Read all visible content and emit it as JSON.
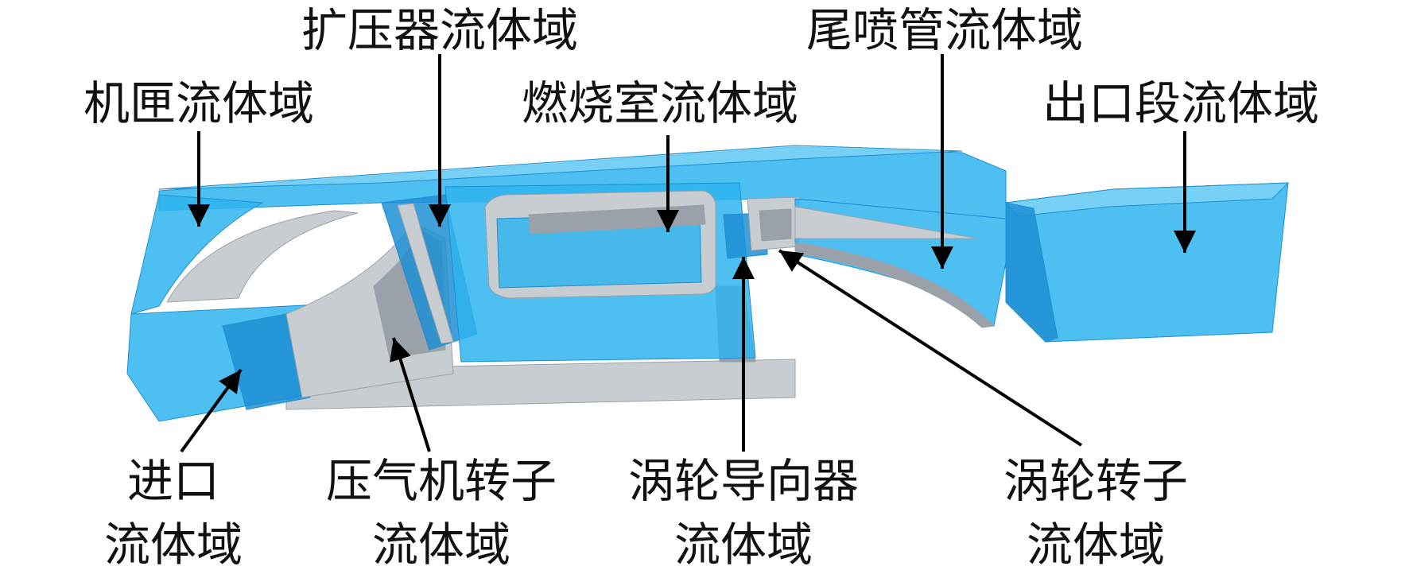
{
  "colors": {
    "fluid": "#2fb4ee",
    "fluid_dark": "#1e8fd3",
    "fluid_light": "#7fd3f7",
    "solid": "#c8cdd2",
    "solid_dark": "#9aa1a8",
    "line": "#000000"
  },
  "labels": {
    "cabin": "机匣流体域",
    "diffuser": "扩压器流体域",
    "combustor": "燃烧室流体域",
    "nozzle": "尾喷管流体域",
    "outlet": "出口段流体域",
    "inlet_l1": "进口",
    "inlet_l2": "流体域",
    "compressor_l1": "压气机转子",
    "compressor_l2": "流体域",
    "guide_l1": "涡轮导向器",
    "guide_l2": "流体域",
    "turbine_l1": "涡轮转子",
    "turbine_l2": "流体域"
  }
}
